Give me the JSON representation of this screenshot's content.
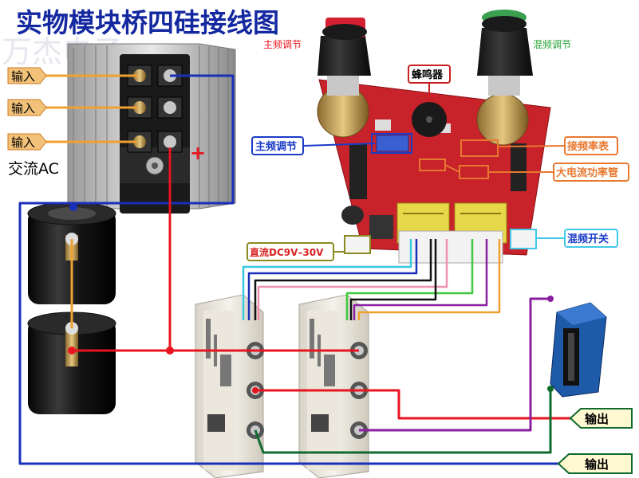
{
  "title": "实物模块桥四硅接线图",
  "watermark": "万杰电子",
  "labels": {
    "input_1": "输入",
    "input_2": "输入",
    "input_3": "输入",
    "ac": "交流AC",
    "plus": "+",
    "main_freq_top": "主频调节",
    "mix_freq_top": "混频调节",
    "buzzer": "蜂鸣器",
    "main_freq_box": "主频调节",
    "freq_meter": "接频率表",
    "power_tube": "大电流功率管",
    "dc_supply": "直流DC9V–30V",
    "mix_switch": "混频开关",
    "output_1": "输出",
    "output_2": "输出"
  },
  "colors": {
    "title": "#1428a0",
    "wire_red": "#e8141e",
    "wire_blue": "#1a2fb8",
    "wire_orange": "#f0a030",
    "wire_green": "#0f6a2e",
    "wire_purple": "#8a1fa0",
    "wire_black": "#101010",
    "wire_cyan": "#38c8e0",
    "wire_pink": "#f090b0",
    "wire_lime": "#40c840",
    "pcb_red": "#c8222a",
    "callout_orange": "#e87830",
    "callout_blue": "#1a3cc8",
    "callout_red": "#d82020",
    "callout_olive": "#8a8a20",
    "callout_cyan": "#40c8e8",
    "green_label": "#20a030"
  }
}
